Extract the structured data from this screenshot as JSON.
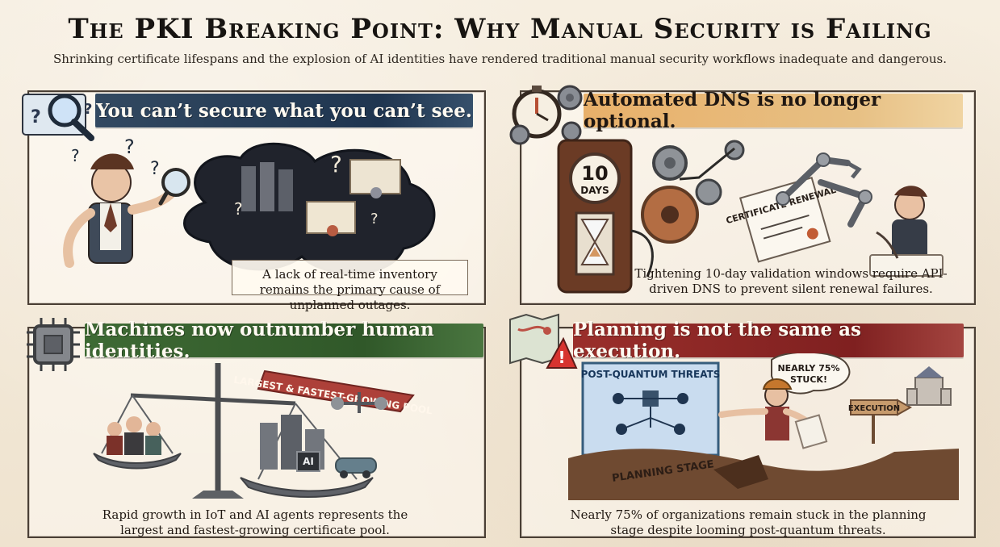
{
  "title": "The PKI Breaking Point: Why Manual Security is Failing",
  "subtitle": "Shrinking certificate lifespans and the explosion of AI identities have rendered traditional manual security workflows inadequate and dangerous.",
  "panels": [
    {
      "heading": "You can’t secure what you can’t see.",
      "caption": "A lack of real-time inventory remains the primary cause of unplanned outages."
    },
    {
      "heading": "Automated DNS is no longer optional.",
      "caption": "Tightening 10-day validation windows require API-driven DNS to prevent silent renewal failures.",
      "clock_value": "10",
      "clock_unit": "DAYS",
      "document_label": "CERTIFICATE RENEWAL"
    },
    {
      "heading": "Machines now outnumber human identities.",
      "caption": "Rapid growth in IoT and AI agents represents the largest and fastest-growing certificate pool.",
      "ribbon_label": "LARGEST & FASTEST-GROWING POOL",
      "chip_label": "AI"
    },
    {
      "heading": "Planning is not the same as execution.",
      "caption": "Nearly 75% of organizations remain stuck in the planning stage despite looming post-quantum threats.",
      "map_title": "POST-QUANTUM THREATS",
      "speech_line1": "NEARLY 75%",
      "speech_line2": "STUCK!",
      "signpost_label": "EXECUTION",
      "ground_label": "PLANNING STAGE"
    }
  ]
}
